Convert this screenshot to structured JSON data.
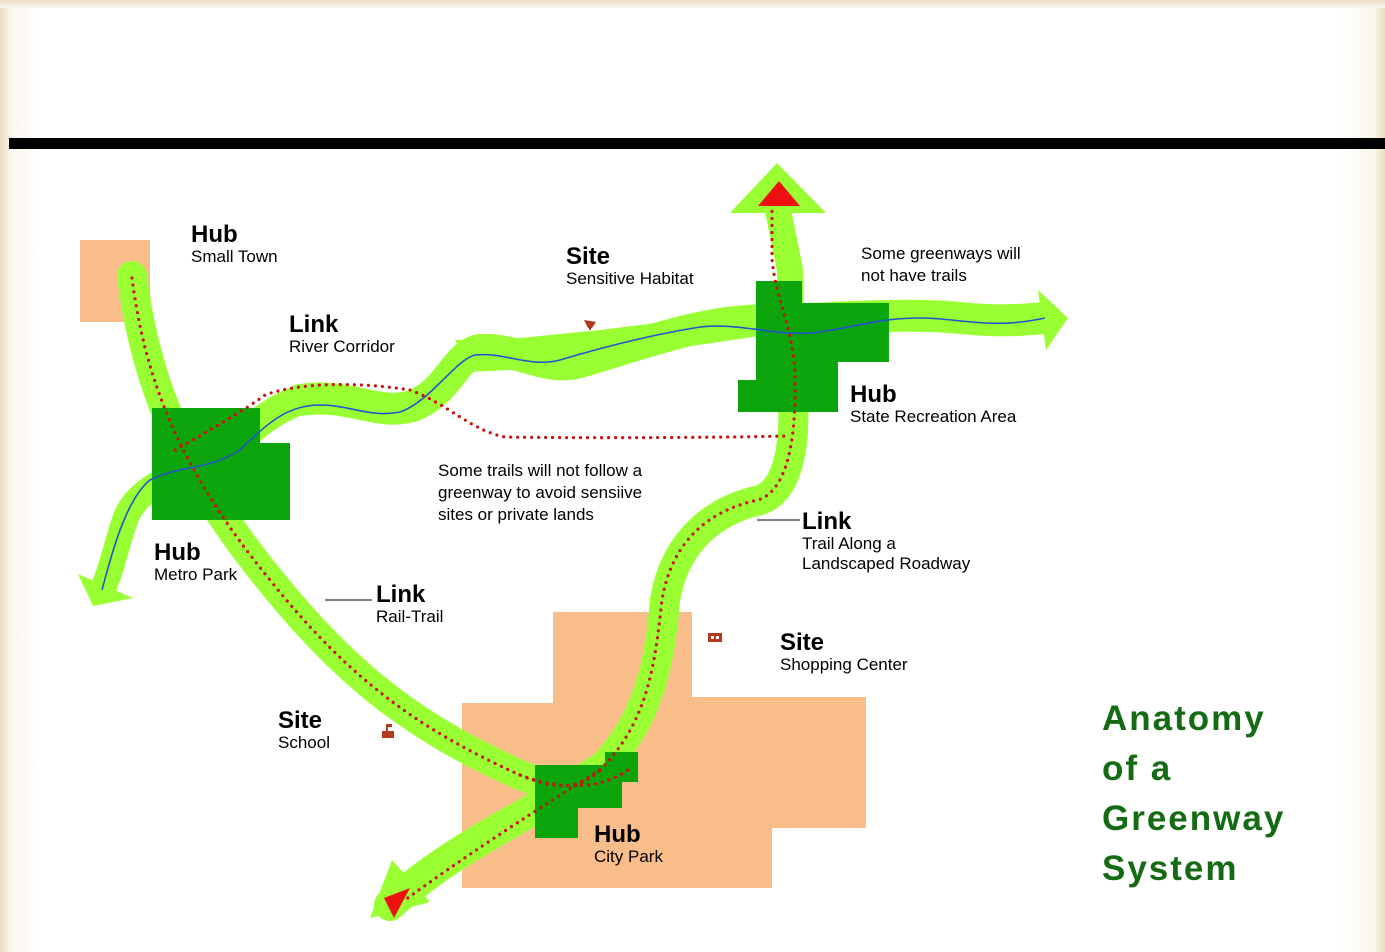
{
  "title_lines": [
    "Anatomy",
    "of a",
    "Greenway",
    "System"
  ],
  "labels": {
    "hub_small_town": {
      "kind": "Hub",
      "desc": "Small Town"
    },
    "link_river": {
      "kind": "Link",
      "desc": "River Corridor"
    },
    "site_habitat": {
      "kind": "Site",
      "desc": "Sensitive Habitat"
    },
    "hub_state": {
      "kind": "Hub",
      "desc": "State Recreation Area"
    },
    "hub_metro": {
      "kind": "Hub",
      "desc": "Metro Park"
    },
    "link_rail": {
      "kind": "Link",
      "desc": "Rail-Trail"
    },
    "link_road": {
      "kind": "Link",
      "desc": "Trail Along a",
      "desc2": "Landscaped Roadway"
    },
    "site_shopping": {
      "kind": "Site",
      "desc": "Shopping Center"
    },
    "site_school": {
      "kind": "Site",
      "desc": "School"
    },
    "hub_city": {
      "kind": "Hub",
      "desc": "City Park"
    }
  },
  "notes": {
    "no_trails": [
      "Some greenways will",
      "not have trails"
    ],
    "avoid": [
      "Some trails will not follow a",
      "greenway to avoid sensiive",
      "sites or private lands"
    ]
  },
  "colors": {
    "title": "#146b14",
    "greenway_band": "#99ff33",
    "hub_green": "#0ca50c",
    "urban_area": "#f9bd8a",
    "trail_dots": "#cc1111",
    "river": "#2255cc",
    "arrow_red": "#ee1111",
    "site_icon": "#b33a1a"
  }
}
